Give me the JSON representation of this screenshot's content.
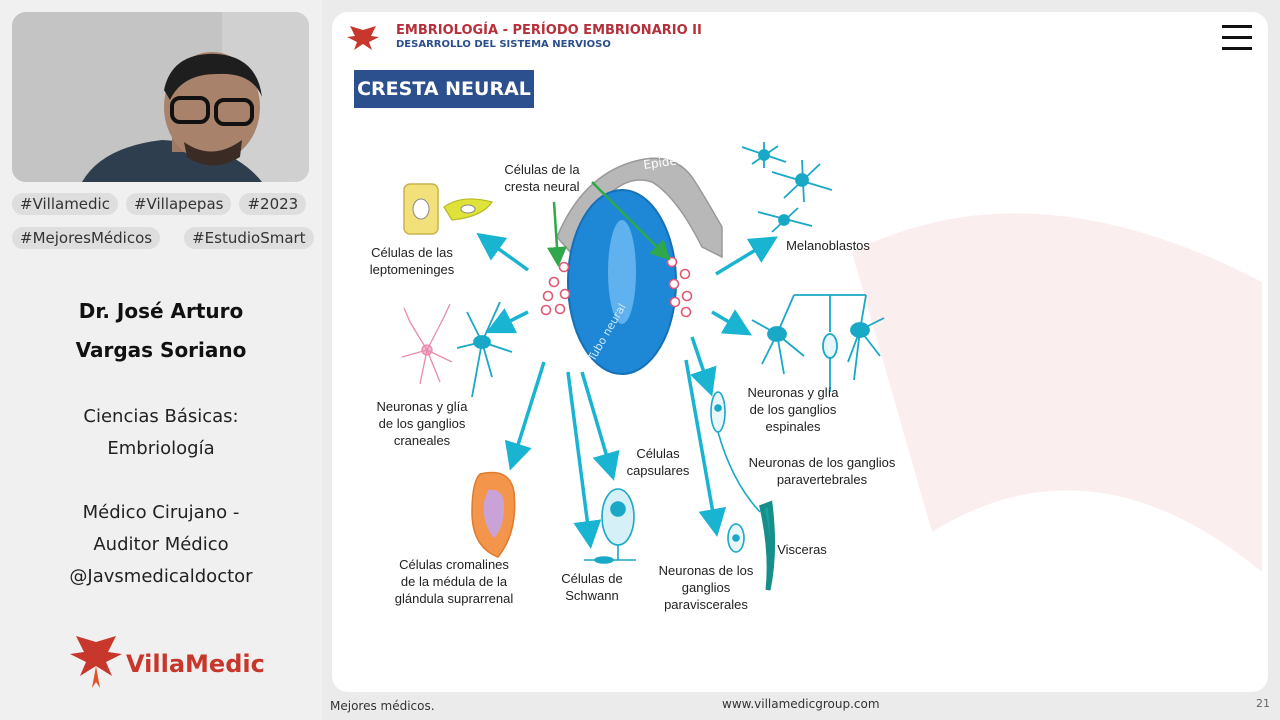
{
  "hashtags": [
    "#Villamedic",
    "#Villapepas",
    "#2023",
    "#MejoresMédicos",
    "#EstudioSmart"
  ],
  "presenter": {
    "name_line1": "Dr. José Arturo",
    "name_line2": "Vargas Soriano",
    "area_line1": "Ciencias Básicas:",
    "area_line2": "Embriología",
    "role_line1": "Médico Cirujano -",
    "role_line2": "Auditor Médico",
    "handle": "@Javsmedicaldoctor"
  },
  "brand": {
    "logo_text": "VillaMedic",
    "accent": "#c8372b",
    "navy": "#2c4f8d",
    "cyan": "#19b4d2"
  },
  "slide": {
    "header_title": "EMBRIOLOGÍA - PERÍODO EMBRIONARIO II",
    "header_subtitle": "DESARROLLO DEL SISTEMA NERVIOSO",
    "section_title": "CRESTA NEURAL"
  },
  "diagram": {
    "center_labels": {
      "epidermis": "Epidermis",
      "tubo": "Tubo neural"
    },
    "labels": {
      "crest_l1": "Células de la",
      "crest_l2": "cresta neural",
      "lepto_l1": "Células de las",
      "lepto_l2": "leptomeninges",
      "melano": "Melanoblastos",
      "cran_l1": "Neuronas y glía",
      "cran_l2": "de los ganglios",
      "cran_l3": "craneales",
      "spin_l1": "Neuronas y glía",
      "spin_l2": "de los ganglios",
      "spin_l3": "espinales",
      "para_l1": "Neuronas de los ganglios",
      "para_l2": "paravertebrales",
      "caps_l1": "Células",
      "caps_l2": "capsulares",
      "visc": "Visceras",
      "crom_l1": "Células cromalines",
      "crom_l2": "de la médula de la",
      "crom_l3": "glándula suprarrenal",
      "schw_l1": "Células de",
      "schw_l2": "Schwann",
      "pvis_l1": "Neuronas de los",
      "pvis_l2": "ganglios",
      "pvis_l3": "paraviscerales"
    }
  },
  "footer": {
    "left": "Mejores médicos.",
    "center": "www.villamedicgroup.com",
    "page": "21"
  }
}
